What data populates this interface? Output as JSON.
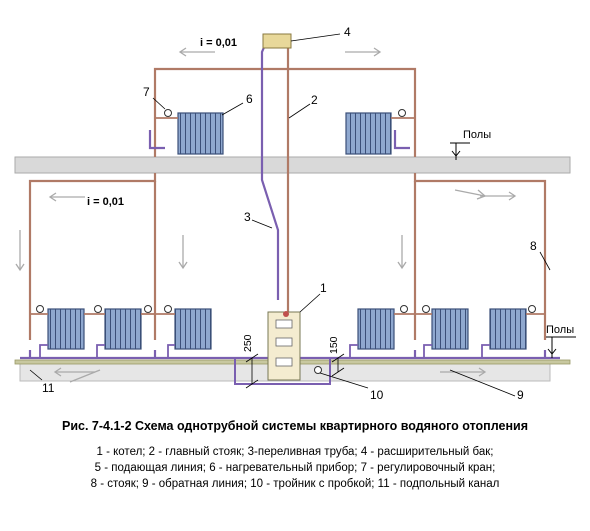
{
  "diagram": {
    "slope_top": "i = 0,01",
    "slope_left": "i = 0,01",
    "floor_label_upper": "Полы",
    "floor_label_lower": "Полы",
    "dim_250": "250",
    "dim_150": "150",
    "callouts": [
      "1",
      "2",
      "3",
      "4",
      "6",
      "7",
      "8",
      "9",
      "10",
      "11"
    ]
  },
  "caption": {
    "title": "Рис. 7-4.1-2 Схема однотрубной системы квартирного водяного отопления",
    "legend_lines": [
      "1 - котел;  2 - главный  стояк;  3-переливная  труба;  4 - расширительный бак;",
      "5 - подающая  линия;  6 - нагревательный  прибор;  7 - регулировочный  кран;",
      "8 - стояк;  9 - обратная  линия;  10 - тройник с пробкой;  11 - подпольный канал"
    ]
  },
  "colors": {
    "supply_pipe": "#b07a66",
    "return_pipe": "#7a5fb0",
    "radiator_fill": "#8fa8cf",
    "radiator_stroke": "#3b4f78",
    "floor_slab": "#d9d9d9",
    "boiler_fill": "#f4ecd0"
  }
}
